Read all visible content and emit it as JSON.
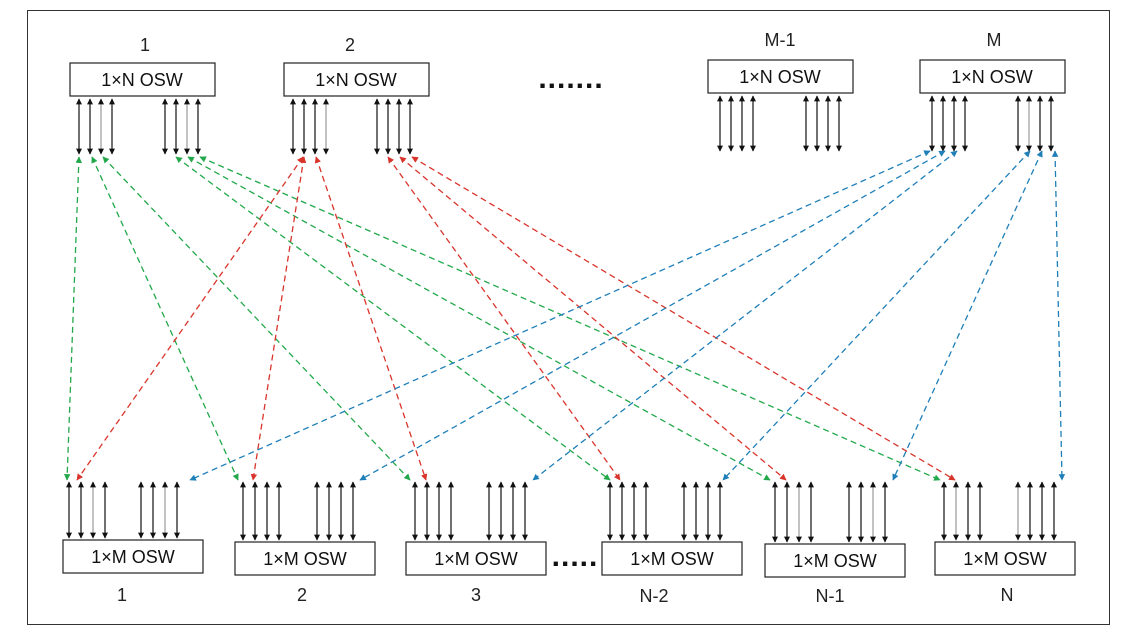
{
  "top_switches": [
    {
      "number": "1",
      "label": "1×N  OSW"
    },
    {
      "number": "2",
      "label": "1×N  OSW"
    },
    {
      "number": "M-1",
      "label": "1×N  OSW"
    },
    {
      "number": "M",
      "label": "1×N  OSW"
    }
  ],
  "bottom_switches": [
    {
      "number": "1",
      "label": "1×M OSW"
    },
    {
      "number": "2",
      "label": "1×M OSW"
    },
    {
      "number": "3",
      "label": "1×M OSW"
    },
    {
      "number": "N-2",
      "label": "1×M OSW"
    },
    {
      "number": "N-1",
      "label": "1×M OSW"
    },
    {
      "number": "N",
      "label": "1×M OSW"
    }
  ],
  "top_ellipsis": ".......",
  "bottom_ellipsis": ".....",
  "link_colors": {
    "from_switch_1": "#22a84a",
    "from_switch_2": "#d9342b",
    "from_switch_M": "#1f7fb8"
  }
}
